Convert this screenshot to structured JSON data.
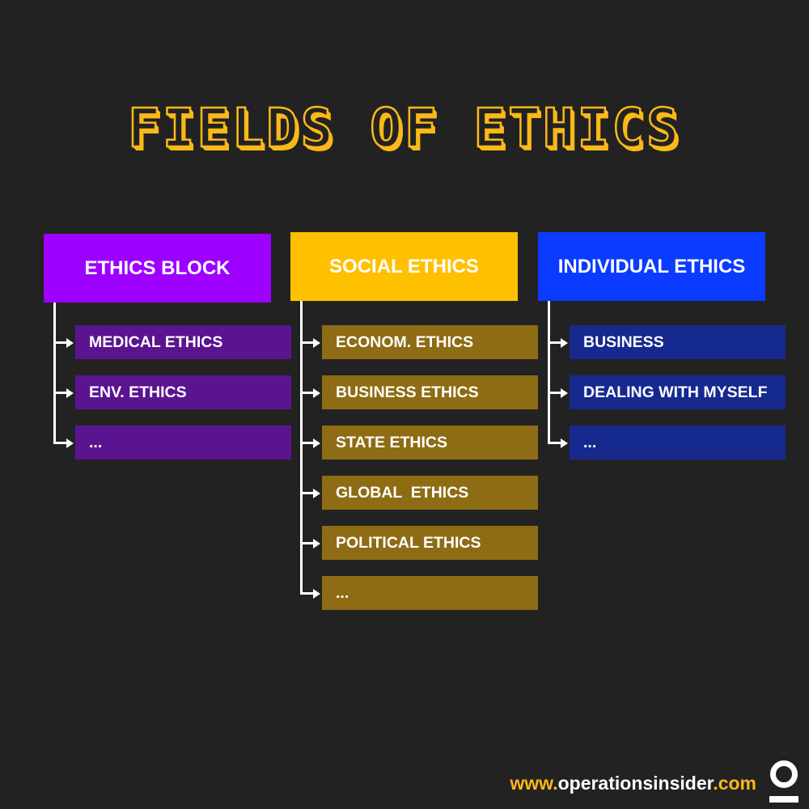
{
  "title": "FIELDS OF ETHICS",
  "columns": [
    {
      "header": "ETHICS BLOCK",
      "header_color": "#9D00FF",
      "item_color": "#5B148F",
      "items": [
        "MEDICAL ETHICS",
        "ENV. ETHICS",
        "..."
      ]
    },
    {
      "header": "SOCIAL ETHICS",
      "header_color": "#FFC000",
      "item_color": "#8E6C14",
      "items": [
        "ECONOM. ETHICS",
        "BUSINESS ETHICS",
        "STATE ETHICS",
        "GLOBAL  ETHICS",
        "POLITICAL ETHICS",
        "..."
      ]
    },
    {
      "header": "INDIVIDUAL ETHICS",
      "header_color": "#0A3BFF",
      "item_color": "#16298F",
      "items": [
        "BUSINESS",
        "DEALING WITH MYSELF",
        "..."
      ]
    }
  ],
  "footer": {
    "url_prefix": "www.",
    "url_domain": "operationsinsider",
    "url_suffix": ".com"
  },
  "logo_icon": "operations-insider-logo-icon"
}
